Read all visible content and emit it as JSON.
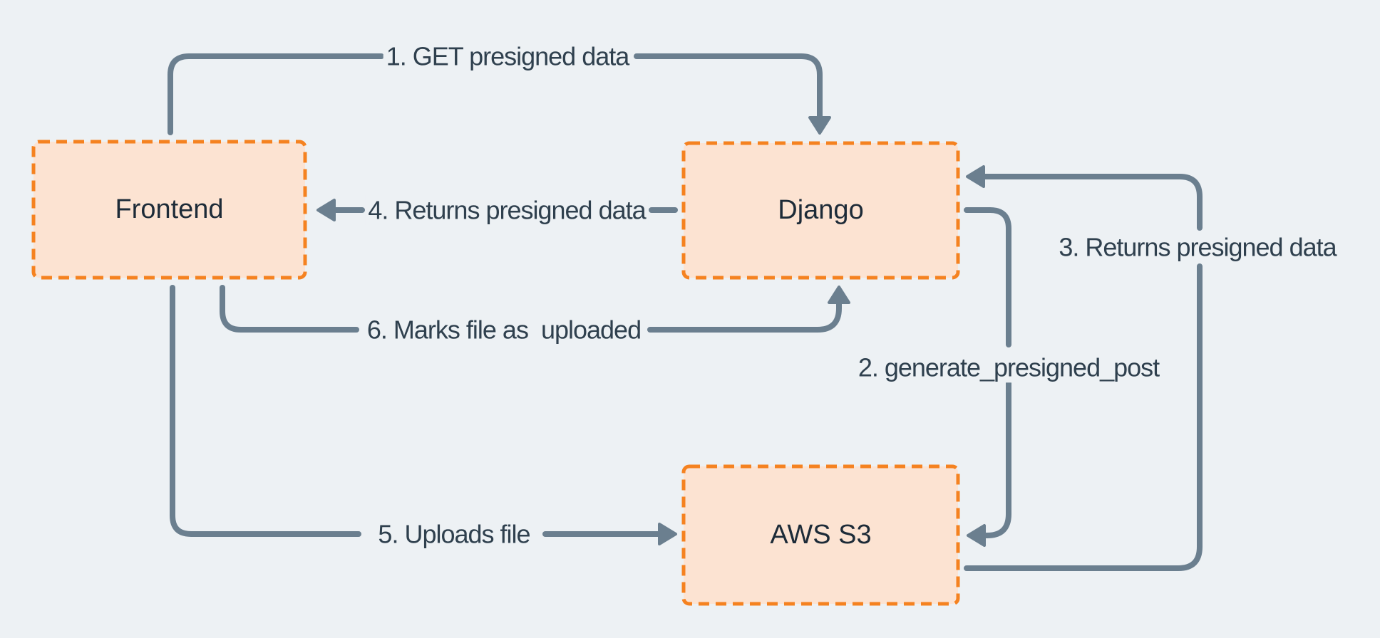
{
  "background_color": "#edf1f4",
  "colors": {
    "accent_orange": "#f58220",
    "box_fill": "#fce3d2",
    "line": "#6b7f8f",
    "box_text": "#1d2b38",
    "label_text": "#2f404e"
  },
  "nodes": [
    {
      "id": "frontend",
      "label": "Frontend"
    },
    {
      "id": "django",
      "label": "Django"
    },
    {
      "id": "aws-s3",
      "label": "AWS S3"
    }
  ],
  "edges": [
    {
      "step": 1,
      "label": "1. GET presigned data",
      "from": "Frontend",
      "to": "Django"
    },
    {
      "step": 2,
      "label": "2. generate_presigned_post",
      "from": "Django",
      "to": "AWS S3"
    },
    {
      "step": 3,
      "label": "3. Returns presigned data",
      "from": "AWS S3",
      "to": "Django"
    },
    {
      "step": 4,
      "label": "4. Returns presigned data",
      "from": "Django",
      "to": "Frontend"
    },
    {
      "step": 5,
      "label": "5. Uploads file",
      "from": "Frontend",
      "to": "AWS S3"
    },
    {
      "step": 6,
      "label": "6. Marks file as  uploaded",
      "from": "Frontend",
      "to": "Django"
    }
  ]
}
